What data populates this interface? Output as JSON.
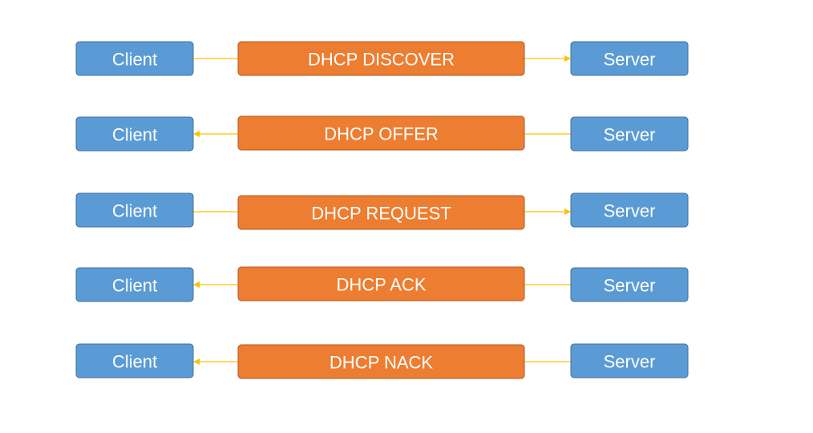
{
  "colors": {
    "endpoint_fill": "#5B9BD5",
    "endpoint_stroke": "#41719C",
    "message_fill": "#ED7D31",
    "message_stroke": "#AE5A21",
    "connector": "#FFC000"
  },
  "rows": [
    {
      "client": "Client",
      "message": "DHCP DISCOVER",
      "server": "Server",
      "direction": "client-to-server"
    },
    {
      "client": "Client",
      "message": "DHCP OFFER",
      "server": "Server",
      "direction": "server-to-client"
    },
    {
      "client": "Client",
      "message": "DHCP REQUEST",
      "server": "Server",
      "direction": "client-to-server"
    },
    {
      "client": "Client",
      "message": "DHCP ACK",
      "server": "Server",
      "direction": "server-to-client"
    },
    {
      "client": "Client",
      "message": "DHCP NACK",
      "server": "Server",
      "direction": "server-to-client"
    }
  ]
}
